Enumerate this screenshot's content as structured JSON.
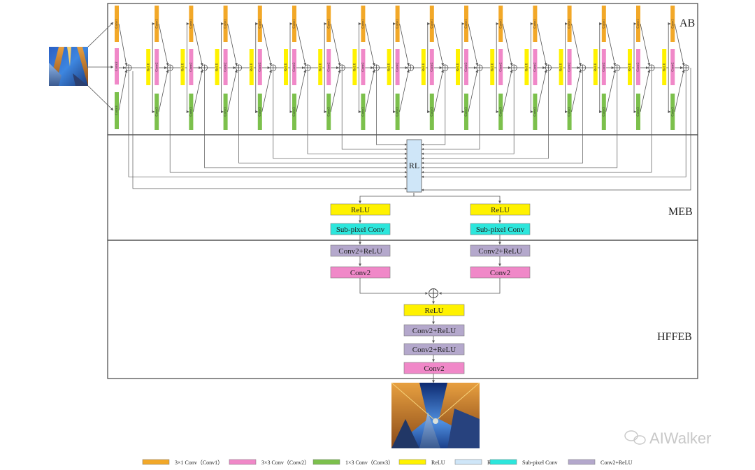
{
  "colors": {
    "conv1": "#F2A828",
    "conv2": "#F088C8",
    "conv3": "#7CC04C",
    "relu": "#FFF200",
    "rl": "#CFE6F8",
    "subpixel": "#2CE6DC",
    "conv2relu": "#B4A8CC",
    "line": "#555555",
    "frame": "#444444"
  },
  "sections": {
    "ab": "AB",
    "meb": "MEB",
    "hffeb": "HFFEB"
  },
  "ab_block_labels": {
    "conv1": "Conv1",
    "conv2": "Conv2",
    "conv3": "Conv3",
    "relu": "ReLU"
  },
  "rl_label": "RL",
  "meb": {
    "left": {
      "relu": "ReLU",
      "subpixel": "Sub-pixel Conv",
      "conv2relu": "Conv2+ReLU",
      "conv2": "Conv2"
    },
    "right": {
      "relu": "ReLU",
      "subpixel": "Sub-pixel Conv",
      "conv2relu": "Conv2+ReLU",
      "conv2": "Conv2"
    }
  },
  "hffeb": {
    "relu": "ReLU",
    "conv2relu_1": "Conv2+ReLU",
    "conv2relu_2": "Conv2+ReLU",
    "conv2": "Conv2"
  },
  "legend": [
    {
      "key": "conv1",
      "label": "3×1 Conv（Conv1）"
    },
    {
      "key": "conv2",
      "label": "3×3 Conv（Conv2）"
    },
    {
      "key": "conv3",
      "label": "1×3 Conv（Conv3）"
    },
    {
      "key": "relu",
      "label": "ReLU"
    },
    {
      "key": "rl",
      "label": "RL"
    },
    {
      "key": "subpixel",
      "label": "Sub-pixel Conv"
    },
    {
      "key": "conv2relu",
      "label": "Conv2+ReLU"
    }
  ],
  "watermark": "AIWalker",
  "images": {
    "input": "input-low-resolution-image",
    "output": "output-high-resolution-image"
  }
}
